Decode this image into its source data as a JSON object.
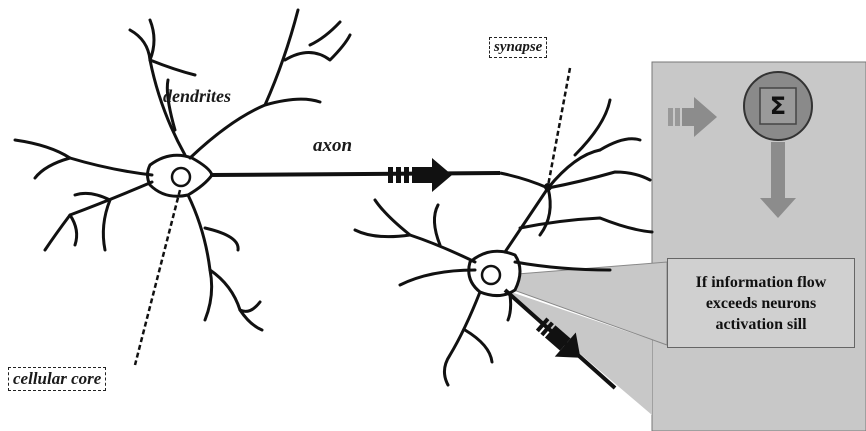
{
  "labels": {
    "dendrites": "dendrites",
    "axon": "axon",
    "synapse": "synapse",
    "cellular_core": "cellular core"
  },
  "panel": {
    "sum_symbol": "Σ",
    "line1": "If information flow",
    "line2": "exceeds neurons",
    "line3": "activation sill"
  },
  "colors": {
    "ink": "#111111",
    "panel_bg": "#c8c8c8",
    "sum_circle": "#8a8a8a",
    "arrow_grey": "#8c8c8c"
  },
  "icons": [
    "neuron-diagram",
    "sum-node-icon",
    "arrow-right-icon",
    "arrow-down-icon"
  ]
}
